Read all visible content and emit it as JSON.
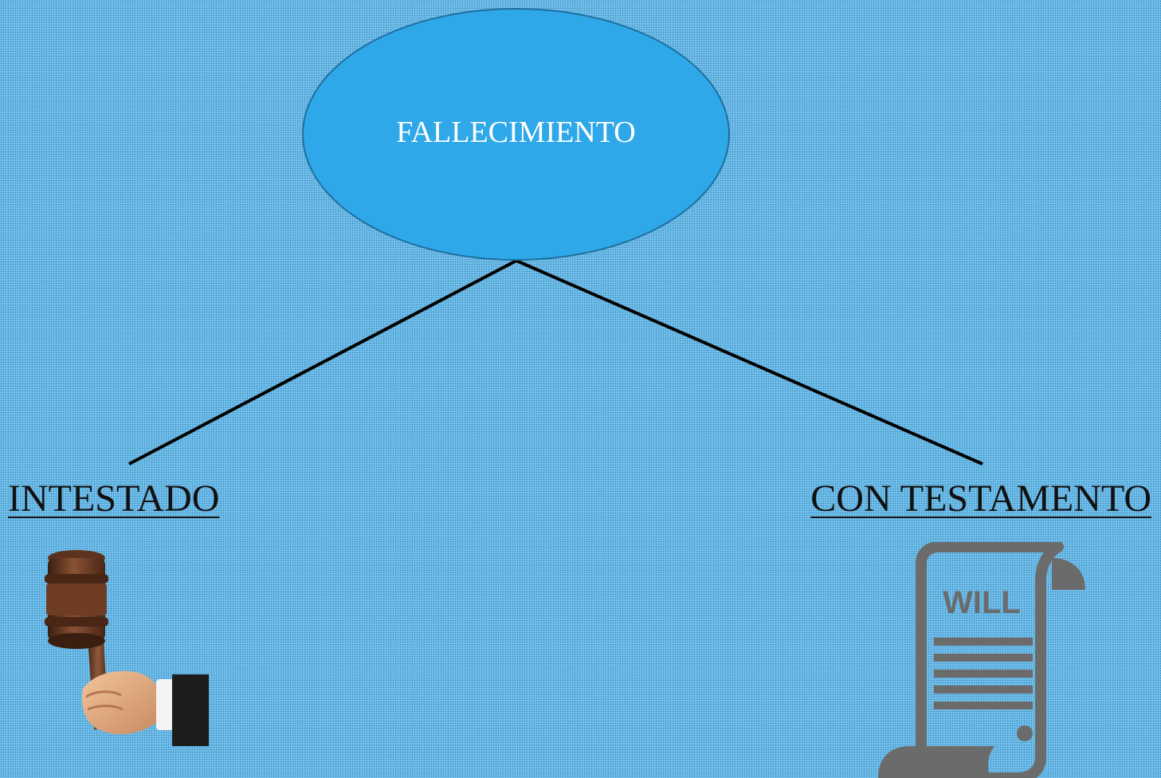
{
  "diagram": {
    "root": {
      "label": "FALLECIMIENTO"
    },
    "branches": [
      {
        "label": "INTESTADO",
        "icon": "gavel-icon"
      },
      {
        "label": "CON TESTAMENTO",
        "icon": "will-document-icon",
        "icon_text": "WILL"
      }
    ],
    "colors": {
      "background": "#71c2ee",
      "root_fill": "#2ea8e8",
      "root_stroke": "#1e6e9f",
      "connector": "#000000",
      "will_icon": "#6b6b6b"
    }
  }
}
